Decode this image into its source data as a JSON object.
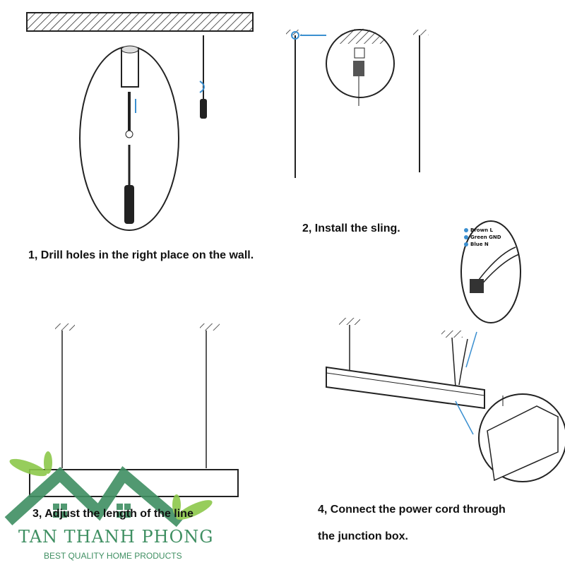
{
  "steps": [
    {
      "caption": "1, Drill holes in the right place on the wall."
    },
    {
      "caption": "2, Install the sling."
    },
    {
      "caption": "3, Adjust the length of the line"
    },
    {
      "caption_line1": "4, Connect the power cord through",
      "caption_line2": "the junction box."
    }
  ],
  "wire_labels": [
    "Brown L",
    "Green GND",
    "Blue N"
  ],
  "logo": {
    "brand": "TAN THANH PHONG",
    "tagline": "BEST QUALITY HOME PRODUCTS"
  },
  "colors": {
    "accent_arrow": "#3a8fd0",
    "logo_green": "#3f8f62",
    "leaf_green": "#8cc84b"
  }
}
